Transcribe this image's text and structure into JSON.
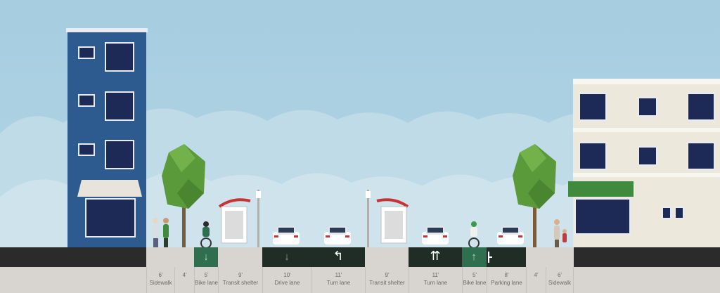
{
  "segments": [
    {
      "width": "6'",
      "name": "Sidewalk"
    },
    {
      "width": "4'",
      "name": ""
    },
    {
      "width": "5'",
      "name": "Bike lane"
    },
    {
      "width": "9'",
      "name": "Transit shelter"
    },
    {
      "width": "10'",
      "name": "Drive lane"
    },
    {
      "width": "11'",
      "name": "Turn lane"
    },
    {
      "width": "9'",
      "name": "Transit shelter"
    },
    {
      "width": "11'",
      "name": "Turn lane"
    },
    {
      "width": "5'",
      "name": "Bike lane"
    },
    {
      "width": "8'",
      "name": "Parking lane"
    },
    {
      "width": "4'",
      "name": ""
    },
    {
      "width": "6'",
      "name": "Sidewalk"
    }
  ],
  "icons": {
    "bike_down": "arrow-down-icon",
    "drive_down": "arrow-down-icon",
    "turn_left": "turn-left-arrow-icon",
    "straight_right": "straight-or-right-arrow-icon",
    "bike_up": "arrow-up-icon"
  },
  "colors": {
    "sky": "#a9cfe0",
    "asphalt": "#2b2b2b",
    "bike_lane": "#2f6e4f",
    "sidewalk": "#d8d4cf",
    "left_building": "#2e5b8f",
    "right_building": "#ece8dc",
    "awning_green": "#3f8a3c",
    "tree": "#5a9a3a"
  }
}
